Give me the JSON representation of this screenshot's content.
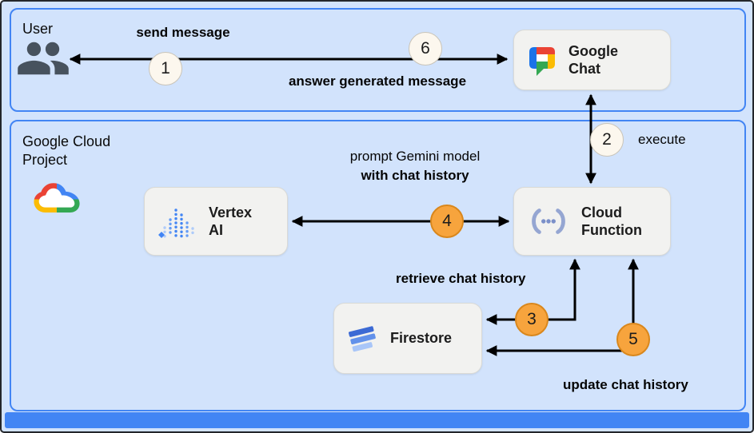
{
  "sections": {
    "user_zone": {
      "label": "User"
    },
    "cloud_zone": {
      "label_line1": "Google Cloud",
      "label_line2": "Project"
    }
  },
  "nodes": {
    "google_chat": {
      "label": "Google Chat",
      "icon": "google-chat-logo"
    },
    "vertex_ai": {
      "label": "Vertex AI",
      "icon": "vertex-ai-logo"
    },
    "cloud_function": {
      "label": "Cloud Function",
      "icon": "cloud-functions-logo"
    },
    "firestore": {
      "label": "Firestore",
      "icon": "firestore-logo"
    }
  },
  "flows": {
    "send_message": {
      "step": "1",
      "label": "send message"
    },
    "execute": {
      "step": "2",
      "label": "execute"
    },
    "retrieve_history": {
      "step": "3",
      "label": "retrieve chat history"
    },
    "prompt_gemini": {
      "step": "4",
      "label_line1": "prompt Gemini model",
      "label_line2": "with chat history"
    },
    "update_history": {
      "step": "5",
      "label": "update chat history"
    },
    "answer_message": {
      "step": "6",
      "label": "answer generated message"
    }
  },
  "icons": {
    "user": "people-icon",
    "google_cloud": "google-cloud-logo"
  },
  "colors": {
    "background": "#d2e3fc",
    "zone_border": "#4285f4",
    "node_background": "#f2f2f0",
    "arrow": "#000000",
    "step_neutral_fill": "#fcf7ee",
    "step_highlight_fill": "#f7a43d",
    "footer_bar": "#4285f4"
  }
}
